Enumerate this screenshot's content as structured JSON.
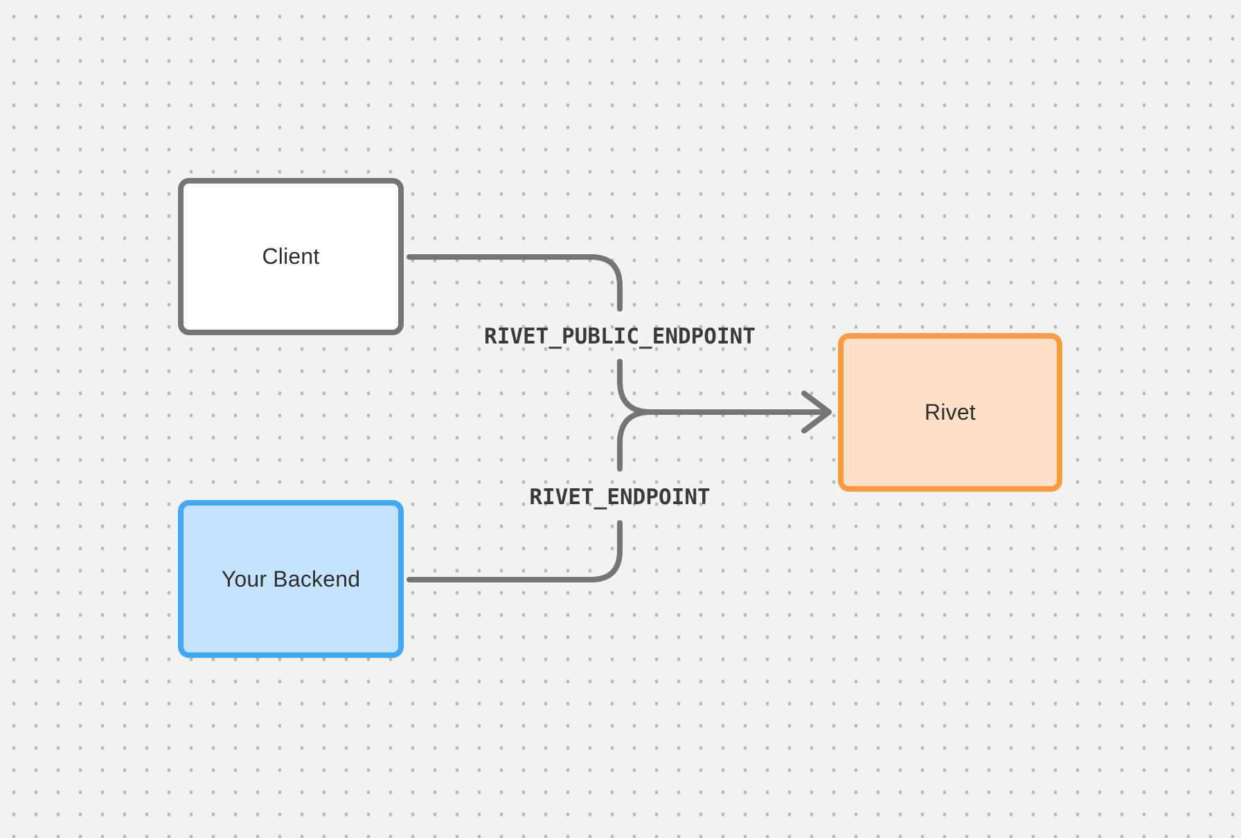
{
  "canvas": {
    "background": "#f2f2f1",
    "dot_color": "#b9b9b9",
    "connector_color": "#757575"
  },
  "nodes": {
    "client": {
      "label": "Client",
      "fill": "#ffffff",
      "border_color": "#747474"
    },
    "backend": {
      "label": "Your Backend",
      "fill": "#c4e3fc",
      "border_color": "#40a8f7"
    },
    "rivet": {
      "label": "Rivet",
      "fill": "#fde0c5",
      "border_color": "#f99b40"
    }
  },
  "edges": {
    "client_to_rivet": {
      "label": "RIVET_PUBLIC_ENDPOINT",
      "from": "Client",
      "to": "Rivet"
    },
    "backend_to_rivet": {
      "label": "RIVET_ENDPOINT",
      "from": "Your Backend",
      "to": "Rivet"
    }
  }
}
